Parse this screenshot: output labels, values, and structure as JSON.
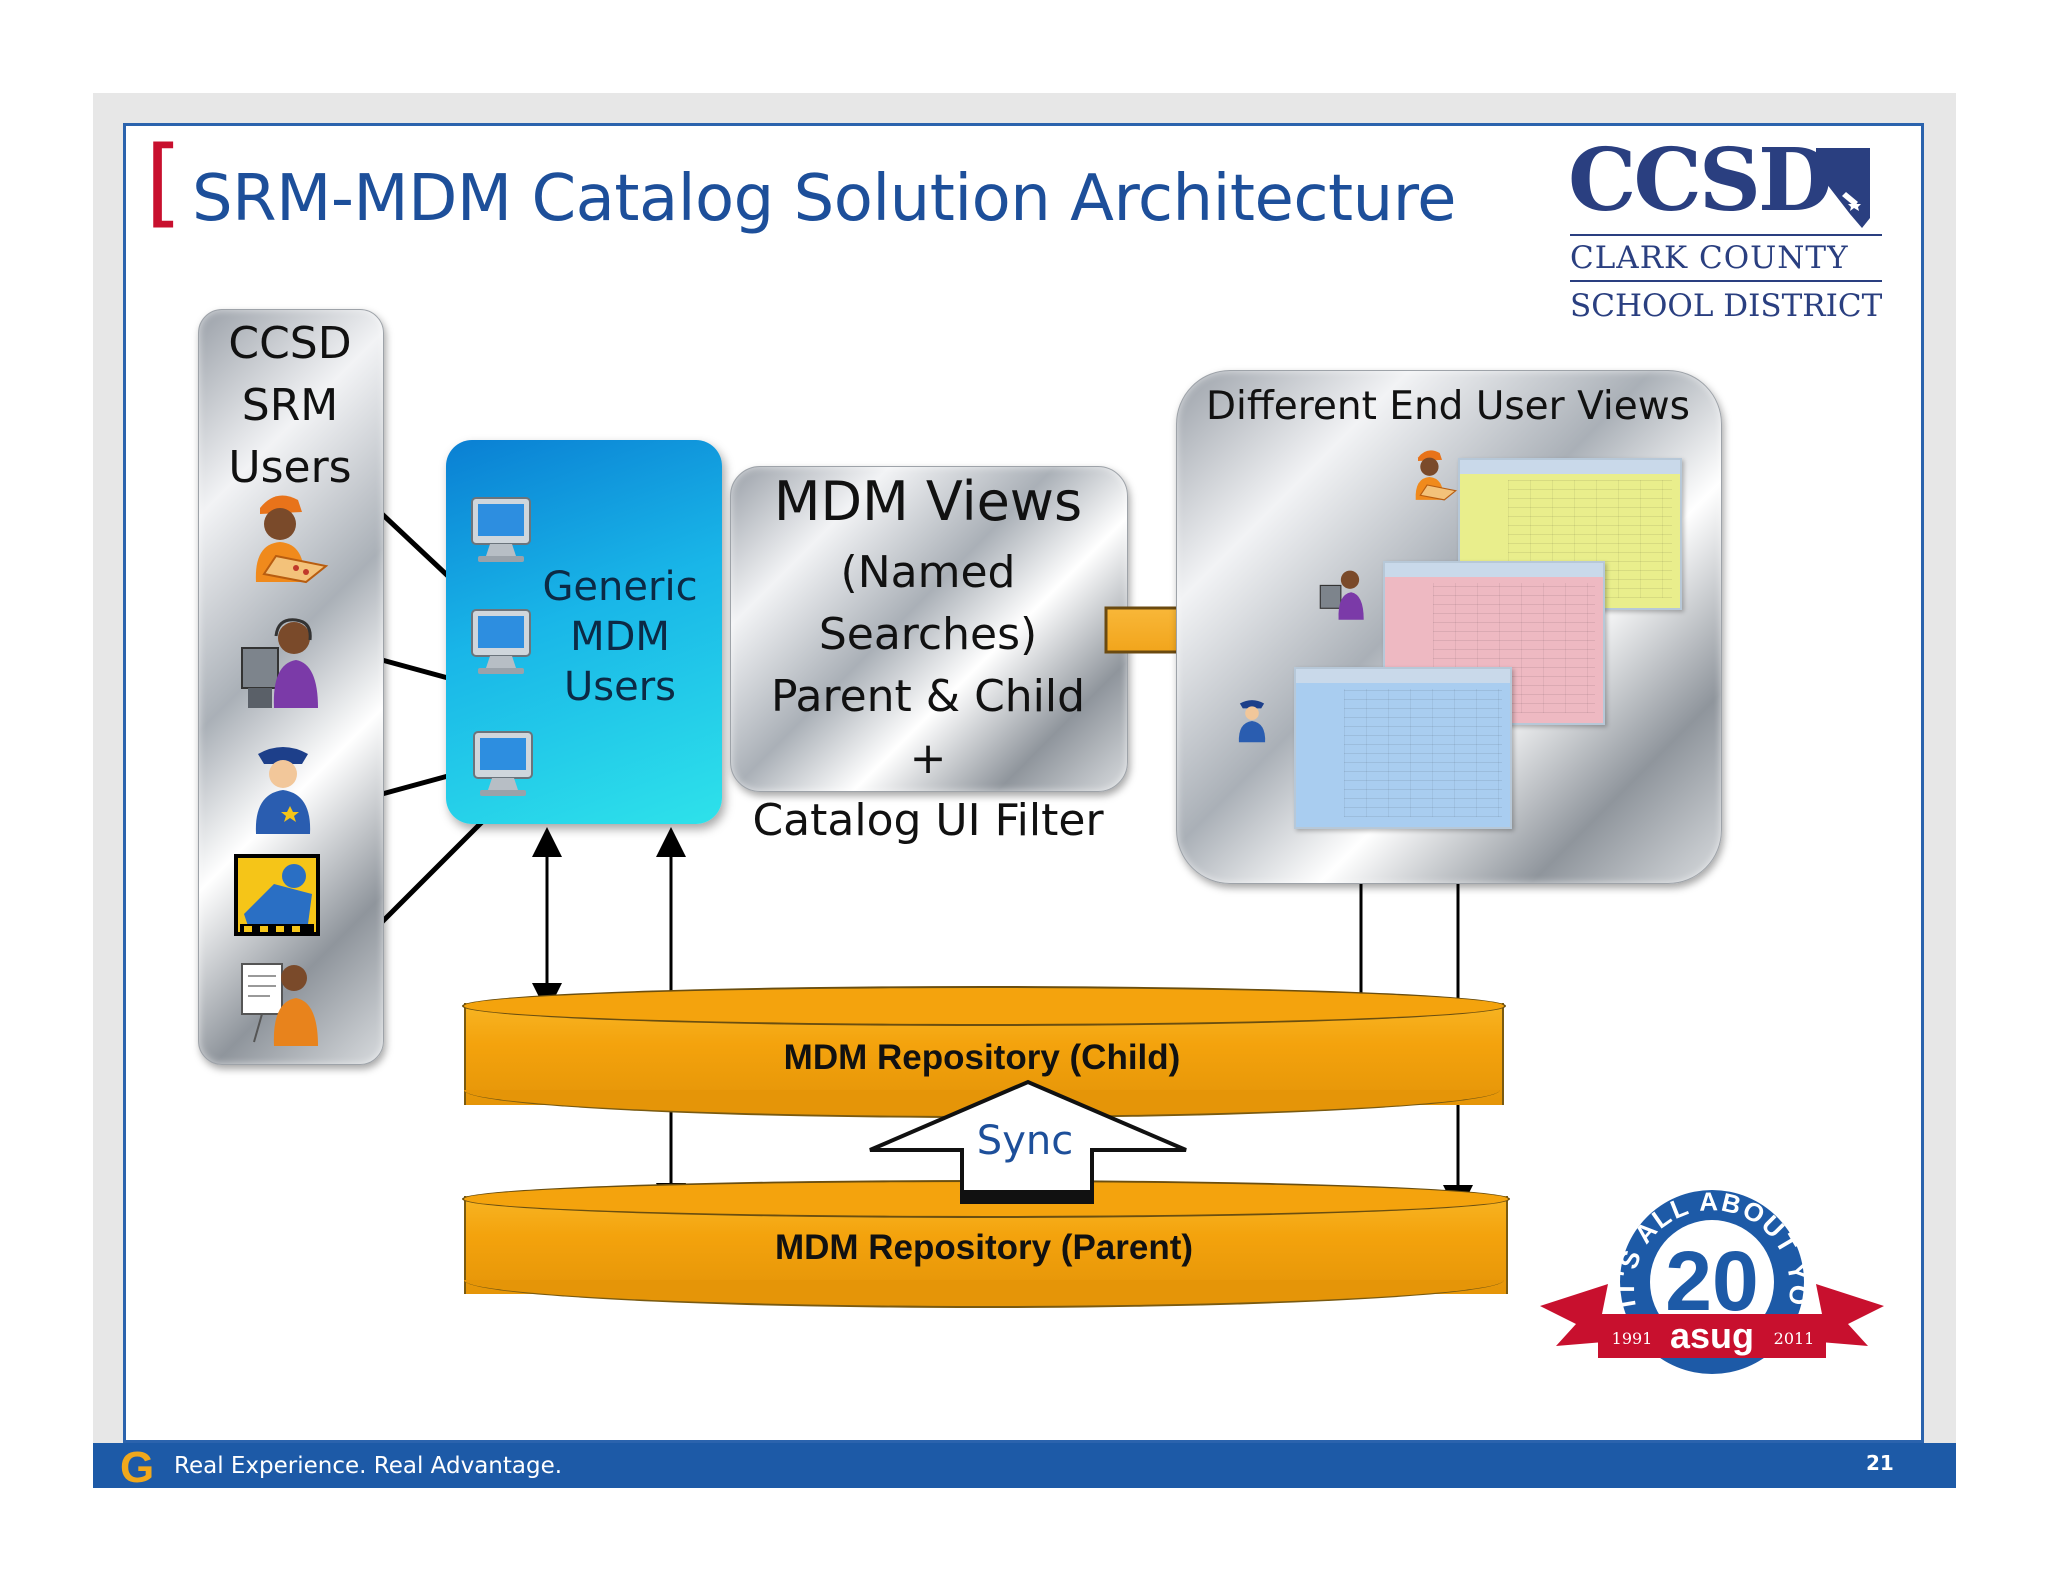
{
  "slide": {
    "title_bracket": "[",
    "title": "SRM-MDM Catalog Solution Architecture",
    "page_number": "21"
  },
  "logo": {
    "abbreviation": "CCSD",
    "line1": "CLARK COUNTY",
    "line2": "SCHOOL DISTRICT"
  },
  "diagram": {
    "srm_users": "CCSD\nSRM\nUsers",
    "generic_users": "Generic\nMDM\nUsers",
    "mdm_views_title": "MDM Views",
    "mdm_views_body": "(Named Searches)\nParent & Child\n+\nCatalog UI Filter",
    "end_user_views": "Different End User Views",
    "repo_child": "MDM Repository (Child)",
    "repo_parent": "MDM Repository (Parent)",
    "sync": "Sync"
  },
  "asug_badge": {
    "arc_text": "IT'S ALL ABOUT YOU",
    "number": "20",
    "brand": "asug",
    "year_start": "1991",
    "year_end": "2011"
  },
  "footer": {
    "logo_letter": "G",
    "tagline": "Real Experience. Real Advantage."
  },
  "colors": {
    "title_blue": "#1d4f9a",
    "bracket_red": "#c8102e",
    "repository_orange": "#f4a30d",
    "generic_cyan": "#19b6e8",
    "footer_blue": "#1d5aa7"
  },
  "icons": [
    "pizza-delivery-person-icon",
    "call-center-agent-icon",
    "police-officer-icon",
    "taxi-driver-icon",
    "presenter-teacher-icon",
    "computer-monitor-icon"
  ]
}
